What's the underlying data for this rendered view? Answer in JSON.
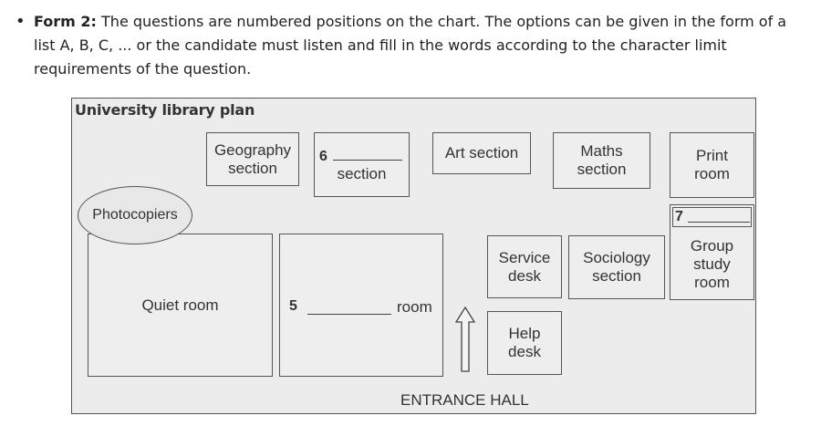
{
  "intro": {
    "bold": "Form 2:",
    "text": " The questions are numbered positions on the chart. The options can be given in the form of a list A, B, C, ... or the candidate must listen and fill in the words according to the character limit requirements of the question."
  },
  "plan": {
    "title": "University library plan",
    "geography": [
      "Geography",
      "section"
    ],
    "q6": {
      "num": "6",
      "word": "section"
    },
    "art": "Art section",
    "maths": [
      "Maths",
      "section"
    ],
    "print": [
      "Print",
      "room"
    ],
    "photocopiers": "Photocopiers",
    "q7": {
      "num": "7"
    },
    "group_study": [
      "Group",
      "study",
      "room"
    ],
    "quiet_room": "Quiet room",
    "q5": {
      "num": "5",
      "word": "room"
    },
    "service_desk": [
      "Service",
      "desk"
    ],
    "sociology": [
      "Sociology",
      "section"
    ],
    "help_desk": [
      "Help",
      "desk"
    ],
    "entrance": "ENTRANCE HALL"
  }
}
